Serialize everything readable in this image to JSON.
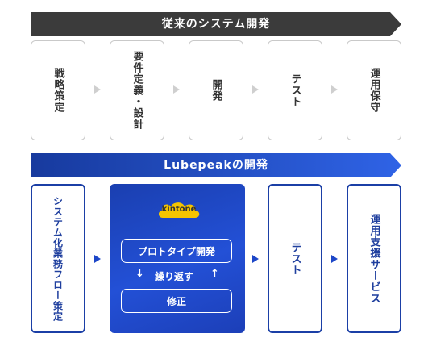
{
  "traditional": {
    "title": "従来のシステム開発",
    "steps": [
      "戦略策定",
      "要件定義・設計",
      "開発",
      "テスト",
      "運用保守"
    ]
  },
  "lubepeak": {
    "title": "Lubepeakの開発",
    "steps": [
      "システム化業務フロー策定",
      "テスト",
      "運用支援サービス"
    ],
    "kintone": {
      "logo": "kintone",
      "prototype": "プロトタイプ開発",
      "repeat": "繰り返す",
      "down_arrow": "↓",
      "up_arrow": "↑",
      "fix": "修正"
    }
  },
  "colors": {
    "gray_banner": "#3b3b3b",
    "blue_banner_start": "#173a9e",
    "blue_banner_end": "#2f63e6",
    "blue_border": "#1b3fa6",
    "logo_yellow": "#f5c400"
  }
}
